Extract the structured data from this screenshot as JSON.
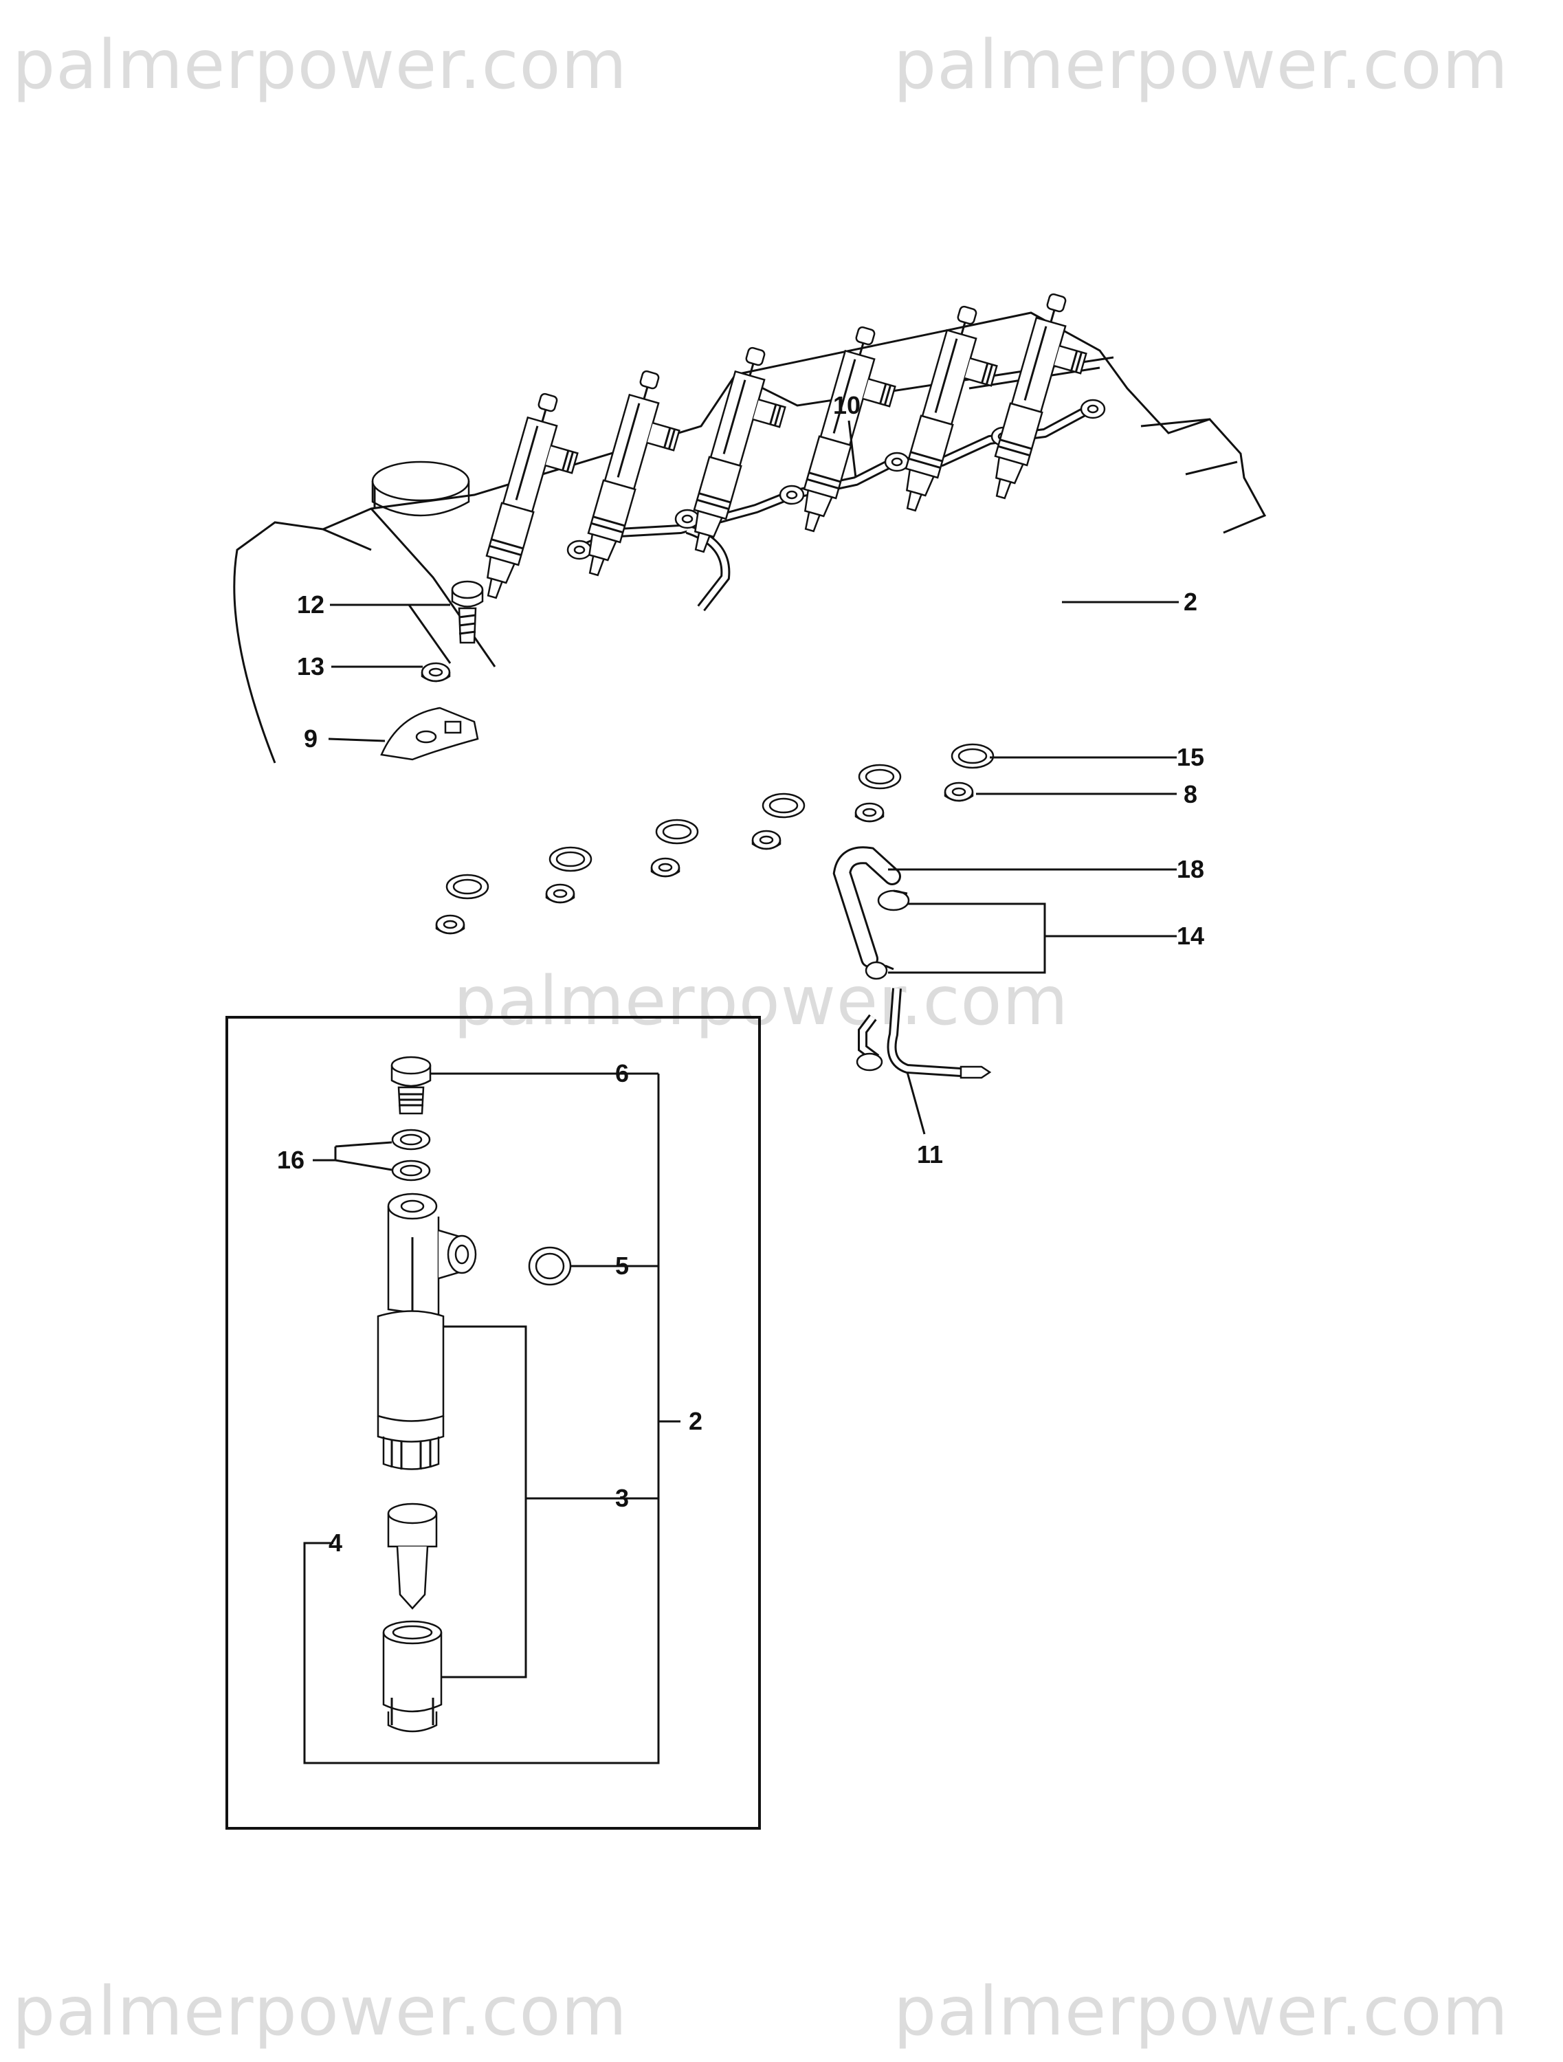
{
  "watermark": {
    "text": "palmerpower.com",
    "color": "#dcdcdc"
  },
  "callouts": {
    "c10": "10",
    "c2_main": "2",
    "c12": "12",
    "c13": "13",
    "c9": "9",
    "c15": "15",
    "c8": "8",
    "c18": "18",
    "c14": "14",
    "c11": "11",
    "c6": "6",
    "c16": "16",
    "c5": "5",
    "c2_detail": "2",
    "c3": "3",
    "c4": "4"
  },
  "icons": {
    "engine": "engine-head-outline-icon",
    "injector": "fuel-injector-icon",
    "washer": "washer-icon",
    "leak_off_pipe": "leak-off-pipe-icon"
  }
}
